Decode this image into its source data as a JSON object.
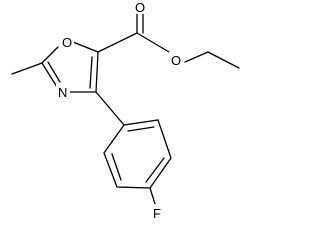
{
  "molecule": {
    "atom_labels": {
      "ring_oxygen": "O",
      "ring_nitrogen": "N",
      "carbonyl_oxygen": "O",
      "ester_oxygen": "O",
      "fluorine": "F"
    },
    "colors": {
      "bond": "#000000",
      "label": "#000000",
      "background": "#ffffff"
    }
  }
}
